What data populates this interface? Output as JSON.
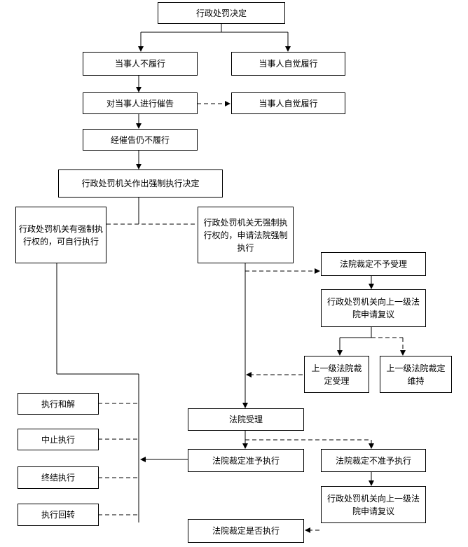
{
  "nodes": {
    "decision": "行政处罚决定",
    "not_perform": "当事人不履行",
    "self_perform_1": "当事人自觉履行",
    "urge": "对当事人进行催告",
    "self_perform_2": "当事人自觉履行",
    "still_not": "经催告仍不履行",
    "enforce_decision": "行政处罚机关作出强制执行决定",
    "has_power": "行政处罚机关有强制执行权的，可自行执行",
    "no_power": "行政处罚机关无强制执行权的，申请法院强制执行",
    "court_reject": "法院裁定不予受理",
    "review_1": "行政处罚机关向上一级法院申请复议",
    "upper_accept": "上一级法院裁定受理",
    "upper_maintain": "上一级法院裁定维持",
    "court_accept": "法院受理",
    "court_allow": "法院裁定准予执行",
    "court_disallow": "法院裁定不准予执行",
    "review_2": "行政处罚机关向上一级法院申请复议",
    "court_whether": "法院裁定是否执行",
    "reconcile": "执行和解",
    "suspend": "中止执行",
    "terminate": "终结执行",
    "reverse": "执行回转"
  }
}
